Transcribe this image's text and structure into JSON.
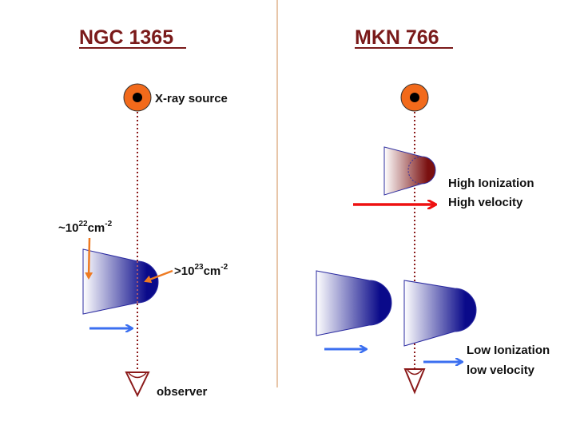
{
  "left_panel": {
    "title": "NGC 1365",
    "source_label": "X-ray source",
    "column_low": {
      "prefix": "~10",
      "exp": "22",
      "unit": "cm",
      "unit_exp": "-2"
    },
    "column_high": {
      "prefix": ">10",
      "exp": "23",
      "unit": "cm",
      "unit_exp": "-2"
    },
    "observer_label": "observer"
  },
  "right_panel": {
    "title": "MKN 766",
    "high_label_1": "High Ionization",
    "high_label_2": "High velocity",
    "low_label_1": "Low Ionization",
    "low_label_2": "low velocity"
  },
  "colors": {
    "title": "#7a1a1a",
    "source_fill": "#f26a1b",
    "cloud_dark_blue": "#0a0a8a",
    "cloud_dark_red": "#7a1010",
    "arrow_blue": "#3b6ff0",
    "arrow_red": "#ee1111",
    "arrow_orange": "#ee7a22",
    "sightline": "#8b1a1a",
    "divider": "#d9a070"
  }
}
